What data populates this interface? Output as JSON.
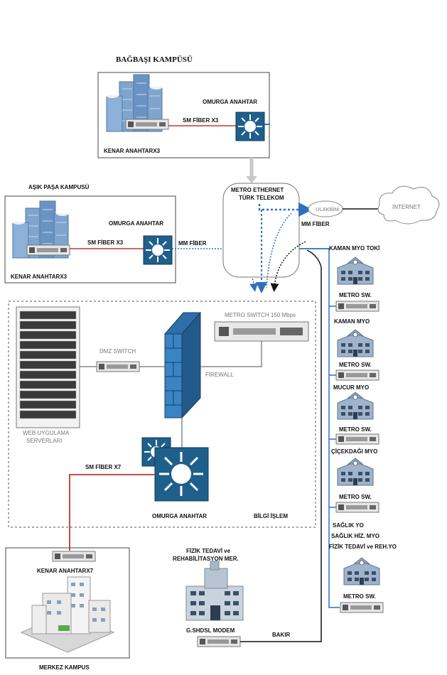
{
  "campuses": {
    "bagbasi": {
      "title": "BAĞBAŞI KAMPÜSÜ",
      "core": "OMURGA ANAHTAR",
      "link": "SM FİBER X3",
      "edge": "KENAR ANAHTARX3"
    },
    "asik_pasa": {
      "title": "AŞIK PAŞA KAMPUSÜ",
      "core": "OMURGA ANAHTAR",
      "link": "SM FİBER X3",
      "edge": "KENAR ANAHTARX3",
      "mm": "MM FİBER"
    },
    "merkez": {
      "title": "MERKEZ KAMPUS",
      "edge": "KENAR ANAHTARX7"
    }
  },
  "metro": {
    "line1": "METRO ETHERNET",
    "line2": "TÜRK TELEKOM",
    "mm": "MM FİBER"
  },
  "cloud": {
    "ulakbim": "ULAKBİM",
    "internet": "İNTERNET"
  },
  "bilgi_islem": {
    "label": "BİLGİ İŞLEM",
    "metro_switch": "METRO SWİTCH 150 Mbps",
    "dmz": "DMZ SWİTCH",
    "firewall": "FİREWALL",
    "web1": "WEB UYGULAMA",
    "web2": "SERVERLARI",
    "sm": "SM FİBER X7",
    "core": "OMURGA ANAHTAR"
  },
  "remote_sites": [
    {
      "title": "KAMAN MYO TOKİ",
      "sw": "METRO SW."
    },
    {
      "title": "KAMAN MYO",
      "sw": "METRO SW."
    },
    {
      "title": "MUCUR MYO",
      "sw": "METRO SW."
    },
    {
      "title": "ÇİÇEKDAĞI MYO",
      "sw": "METRO SW."
    }
  ],
  "saglik": {
    "line1": "SAĞLIK YO",
    "line2": "SAĞLIK HİZ. MYO",
    "line3": "FİZİK TEDAVİ ve REH.YO",
    "sw": "METRO SW."
  },
  "fizik": {
    "line1": "FİZİK TEDAVİ ve",
    "line2": "REHABİLİTASYON MER.",
    "modem": "G.SHDSL MODEM",
    "link": "BAKIR"
  }
}
